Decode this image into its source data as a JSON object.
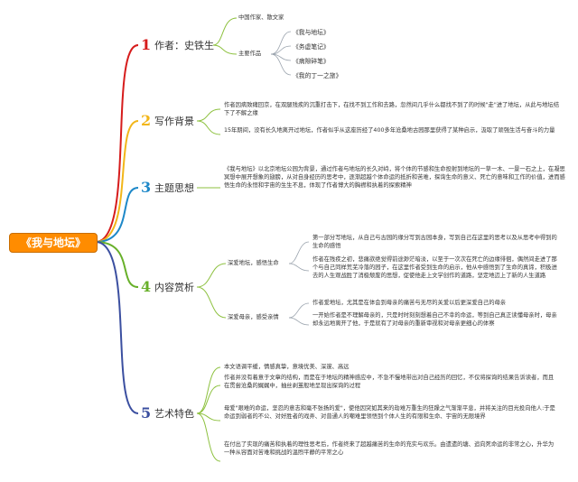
{
  "central": "《我与地坛》",
  "colors": {
    "central_bg": "#ff8c00",
    "topic1": "#d61c1c",
    "topic2": "#f2b61a",
    "topic3": "#1e88c8",
    "topic4": "#68b02a",
    "topic5": "#3b4fa0",
    "line_green": "#8dc13f",
    "line_gray": "#9aa3ad"
  },
  "topics": [
    {
      "num": "1",
      "label": "作者：史铁生",
      "children": [
        {
          "text": "中国作家、散文家"
        },
        {
          "text": "主要作品",
          "items": [
            "《我与地坛》",
            "《务虚笔记》",
            "《病隙碎笔》",
            "《我的丁一之旅》"
          ]
        }
      ]
    },
    {
      "num": "2",
      "label": "写作背景",
      "children": [
        {
          "text": "作者因病致瘫回京，在双腿残疾的沉重打击下，在找不到工作和去路，忽然间几乎什么都找不到了的时候\"走\"进了地坛，从此与地坛结下了不解之缘"
        },
        {
          "text": "15年期间，没有长久地离开过地坛，作者似乎从这座历经了400多年沧桑地古园那里获得了某种启示，汲取了顽强生活与奋斗的力量"
        }
      ]
    },
    {
      "num": "3",
      "label": "主题思想",
      "children": [
        {
          "text": "《我与地坛》以北京地坛公园为背景，通过作者与地坛的长久对峙，将个体的节感和生命投射到地坛的一草一木、一景一石之上，在凝思冥想中展开想象的翅膀，从对自身经历的思考中，逐渐超越个体命运的抵折和苦难，探询生命的意义、死亡的意味和工作的价值，进而感悟生命的永恒和宇宙的生生不息，体现了作者博大的胸襟和执着的探索精神"
        }
      ]
    },
    {
      "num": "4",
      "label": "内容赏析",
      "children": [
        {
          "text": "深爱地坛，感悟生命",
          "items": [
            "第一部分写地坛，从自己与古园的缘分写到古园本身，写到自己在这里的思考以及从思考中得到的生命的感悟",
            "作者在残疾之初，悲痛欲绝觉得前途渺茫暗淡，以至于一次次在死亡的边缘徘徊，偶然间走进了那个与自己同样荒芜冷落的园子，在这里作者受到生命的启示，他从中感悟到了生命的真谛，积极进去的人生观战胜了消极颓废的思想，促使他走上文学创作的道路，坚定地迈上了新的人生道路"
          ]
        },
        {
          "text": "深爱母亲，感受亲情",
          "items": [
            "作者爱地坛，尤其是在体会到母亲的痛苦与无尽的关爱以后更深爱自己的母亲",
            "一开始作者是不理解母亲的，只是时时刻刻想着自己不幸的命运，等到自己真正读懂母亲时，母亲却永远地离开了他，于是就有了对母亲的重新审视和对母亲更细心的体察"
          ]
        }
      ]
    },
    {
      "num": "5",
      "label": "艺术特色",
      "children": [
        {
          "text": "本文语调平缓，情感真挚，意境优美、深邃、高远"
        },
        {
          "text": "作者并没有着意于文章的结构，而是在于地坛的精神感应中，不急不慢地带出对自己经历的回忆，不仅将探询的结果告诉读者，而且在贯尝沧桑的娓娓中，抽丝剥茧般地呈现出探询的过程"
        },
        {
          "text": "母爱\"艰难的命运，坚忍的意志和毫不张扬的爱\"，使他因突如其来的劫难万重生的狂躁之气渐渐平息，并将关注的目光投向他人:于是命运到弱者的不公、对好胜者的戏弄、对普通人的嘲难里领悟到个体人生的有限和生命、宇宙的无限境界"
        },
        {
          "text": "在付出了实现的痛苦和执着的理性思考后，作者终来了超越痛苦的生命的充实与欢乐。由遗遗的塘、追向死命运的非常之心，升华为一种从容面对苦难和挑战的温煦平静的平常之心"
        }
      ]
    }
  ]
}
